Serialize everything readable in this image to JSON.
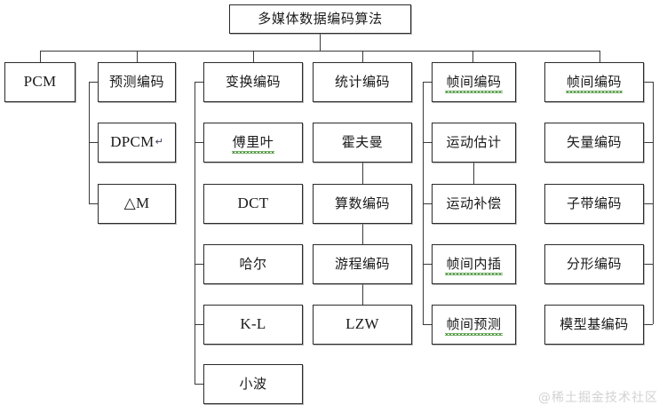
{
  "diagram": {
    "title": "多媒体数据编码算法",
    "root": {
      "label": "多媒体数据编码算法"
    },
    "columns": [
      {
        "id": "pcm",
        "header": "PCM",
        "children": []
      },
      {
        "id": "predictive-coding",
        "header": "预测编码",
        "children": [
          "DPCM",
          "△M"
        ]
      },
      {
        "id": "transform-coding",
        "header": "变换编码",
        "children": [
          "傅里叶",
          "DCT",
          "哈尔",
          "K-L",
          "小波"
        ]
      },
      {
        "id": "statistical-coding",
        "header": "统计编码",
        "children": [
          "霍夫曼",
          "算数编码",
          "游程编码",
          "LZW"
        ]
      },
      {
        "id": "interframe-coding-a",
        "header": "帧间编码",
        "children": [
          "运动估计",
          "运动补偿",
          "帧间内插",
          "帧间预测"
        ]
      },
      {
        "id": "interframe-coding-b",
        "header": "帧间编码",
        "children": [
          "矢量编码",
          "子带编码",
          "分形编码",
          "模型基编码"
        ]
      }
    ],
    "nodes": {
      "root": "多媒体数据编码算法",
      "c1r1": "PCM",
      "c2r1": "预测编码",
      "c2r2": "DPCM",
      "c2r3": "△M",
      "c3r1": "变换编码",
      "c3r2": "傅里叶",
      "c3r3": "DCT",
      "c3r4": "哈尔",
      "c3r5": "K-L",
      "c3r6": "小波",
      "c4r1": "统计编码",
      "c4r2": "霍夫曼",
      "c4r3": "算数编码",
      "c4r4": "游程编码",
      "c4r5": "LZW",
      "c5r1": "帧间编码",
      "c5r2": "运动估计",
      "c5r3": "运动补偿",
      "c5r4": "帧间内插",
      "c5r5": "帧间预测",
      "c6r1": "帧间编码",
      "c6r2": "矢量编码",
      "c6r3": "子带编码",
      "c6r4": "分形编码",
      "c6r5": "模型基编码"
    },
    "marks": {
      "paragraph_mark": "↵"
    }
  },
  "watermark": {
    "text": "@稀土掘金技术社区"
  }
}
